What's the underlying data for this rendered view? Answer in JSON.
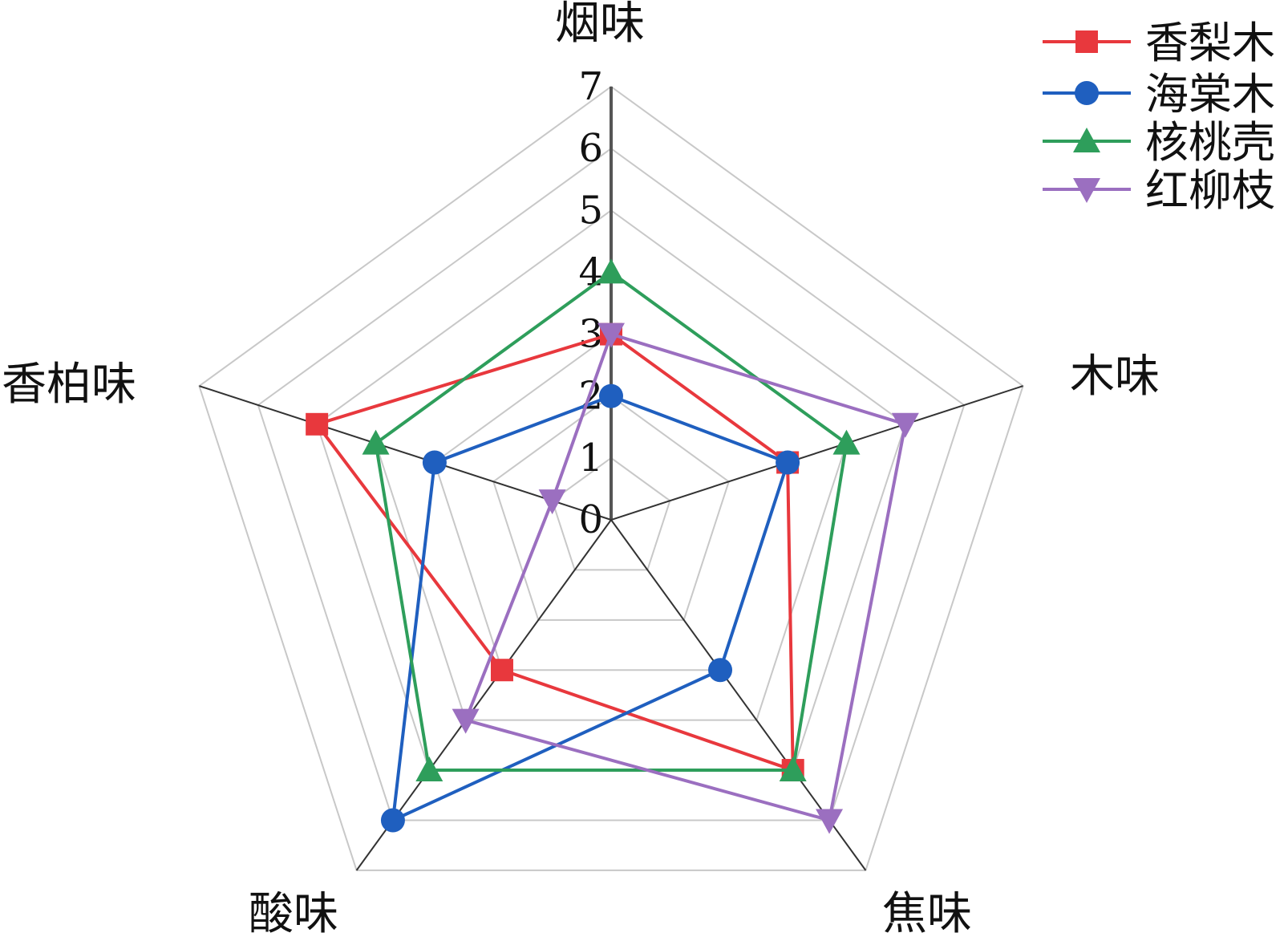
{
  "chart_data": {
    "type": "radar",
    "categories": [
      "烟味",
      "木味",
      "焦味",
      "酸味",
      "香柏味"
    ],
    "rlim": [
      0,
      7
    ],
    "ticks": [
      "0",
      "1",
      "2",
      "3",
      "4",
      "5",
      "6",
      "7"
    ],
    "grid": true,
    "legend": "top-right",
    "series": [
      {
        "name": "香梨木",
        "color": "#e8383d",
        "marker": "square",
        "values": [
          3,
          3,
          5,
          3,
          5
        ]
      },
      {
        "name": "海棠木",
        "color": "#1f5fbf",
        "marker": "circle",
        "values": [
          2,
          3,
          3,
          6,
          3
        ]
      },
      {
        "name": "核桃壳",
        "color": "#2e9e5b",
        "marker": "triangle-up",
        "values": [
          4,
          4,
          5,
          5,
          4
        ]
      },
      {
        "name": "红柳枝",
        "color": "#9b6fc0",
        "marker": "triangle-down",
        "values": [
          3,
          5,
          6,
          4,
          1
        ]
      }
    ]
  }
}
